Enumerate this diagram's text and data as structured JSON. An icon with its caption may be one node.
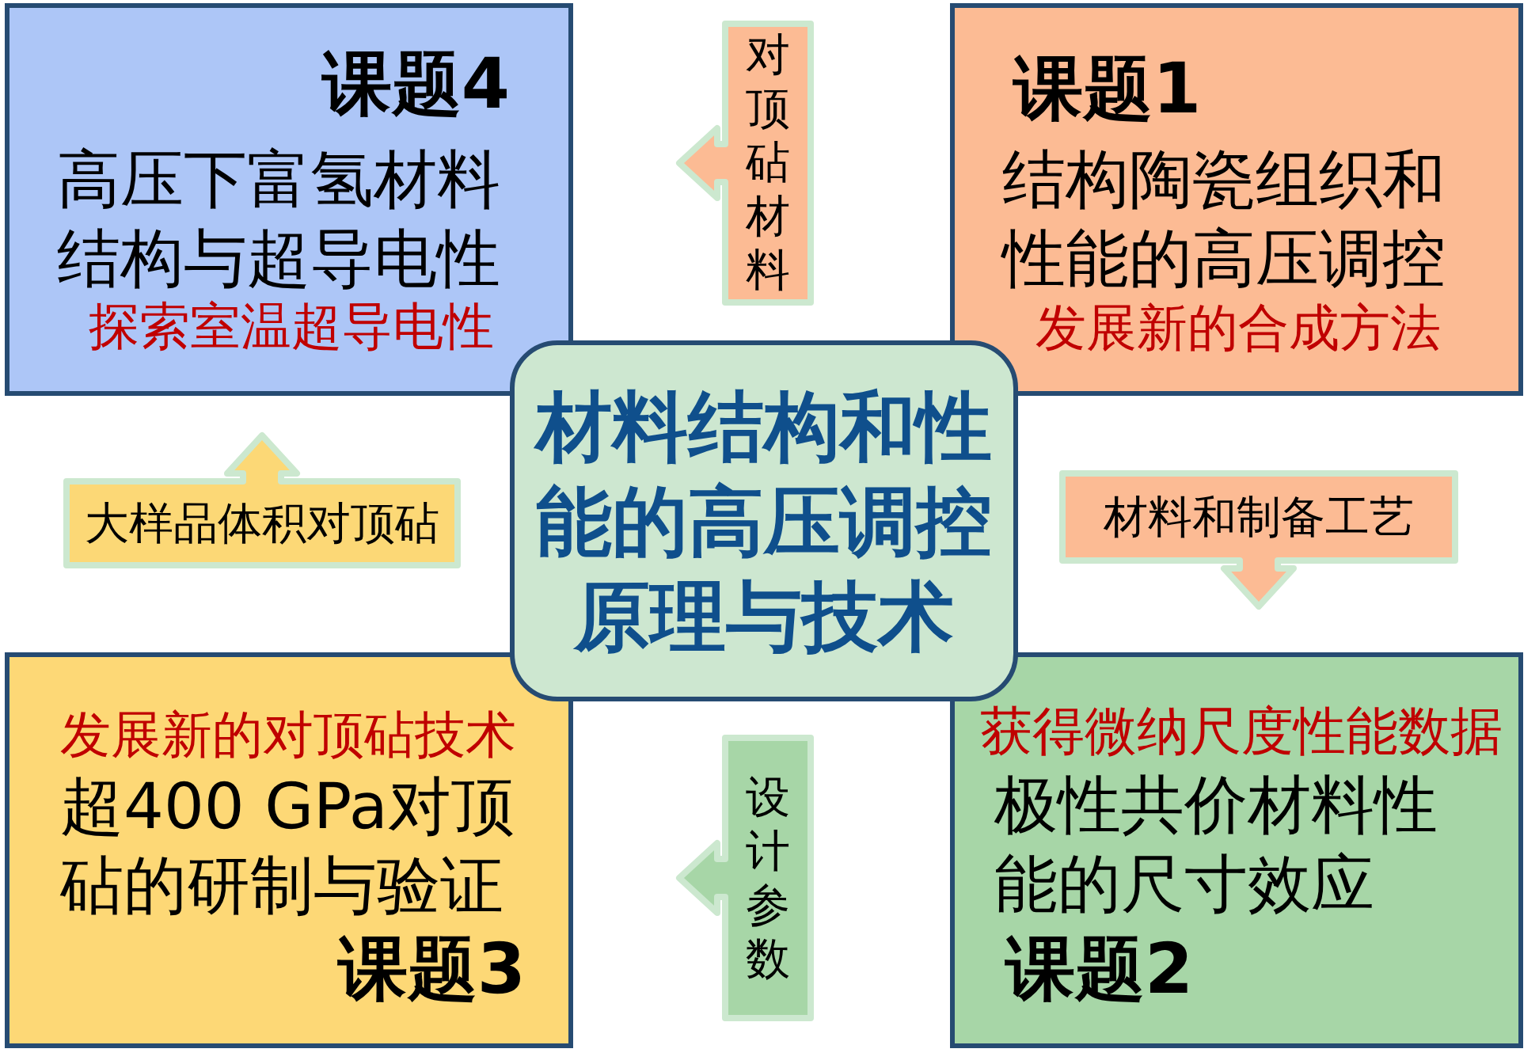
{
  "diagram": {
    "nodes": [
      {
        "text": [
          "课题4",
          "高压下富氢材料结构与超导电性",
          "探索室温超导电性"
        ]
      },
      {
        "text": [
          "课题1",
          "结构陶瓷组织和性能的高压调控",
          "发展新的合成方法"
        ]
      },
      {
        "text": [
          "材料结构和性能的高压调控原理与技术"
        ]
      },
      {
        "text": [
          "发展新的对顶砧技术",
          "超400 GPa对顶砧的研制与验证",
          "课题3"
        ]
      },
      {
        "text": [
          "获得微纳尺度性能数据",
          "极性共价材料性能的尺寸效应",
          "课题2"
        ]
      }
    ],
    "edges": [
      {
        "from": 1,
        "to": 0,
        "arrow": "to",
        "label": "对顶砧材料"
      },
      {
        "from": 3,
        "to": 0,
        "arrow": "to",
        "label": "大样品体积对顶砧",
        "color": "#fcd876"
      },
      {
        "from": 1,
        "to": 4,
        "arrow": "to",
        "label": "材料和制备工艺"
      },
      {
        "from": 4,
        "to": 3,
        "arrow": "to",
        "label": "设计参数",
        "color": "#a7d6a7"
      }
    ]
  }
}
